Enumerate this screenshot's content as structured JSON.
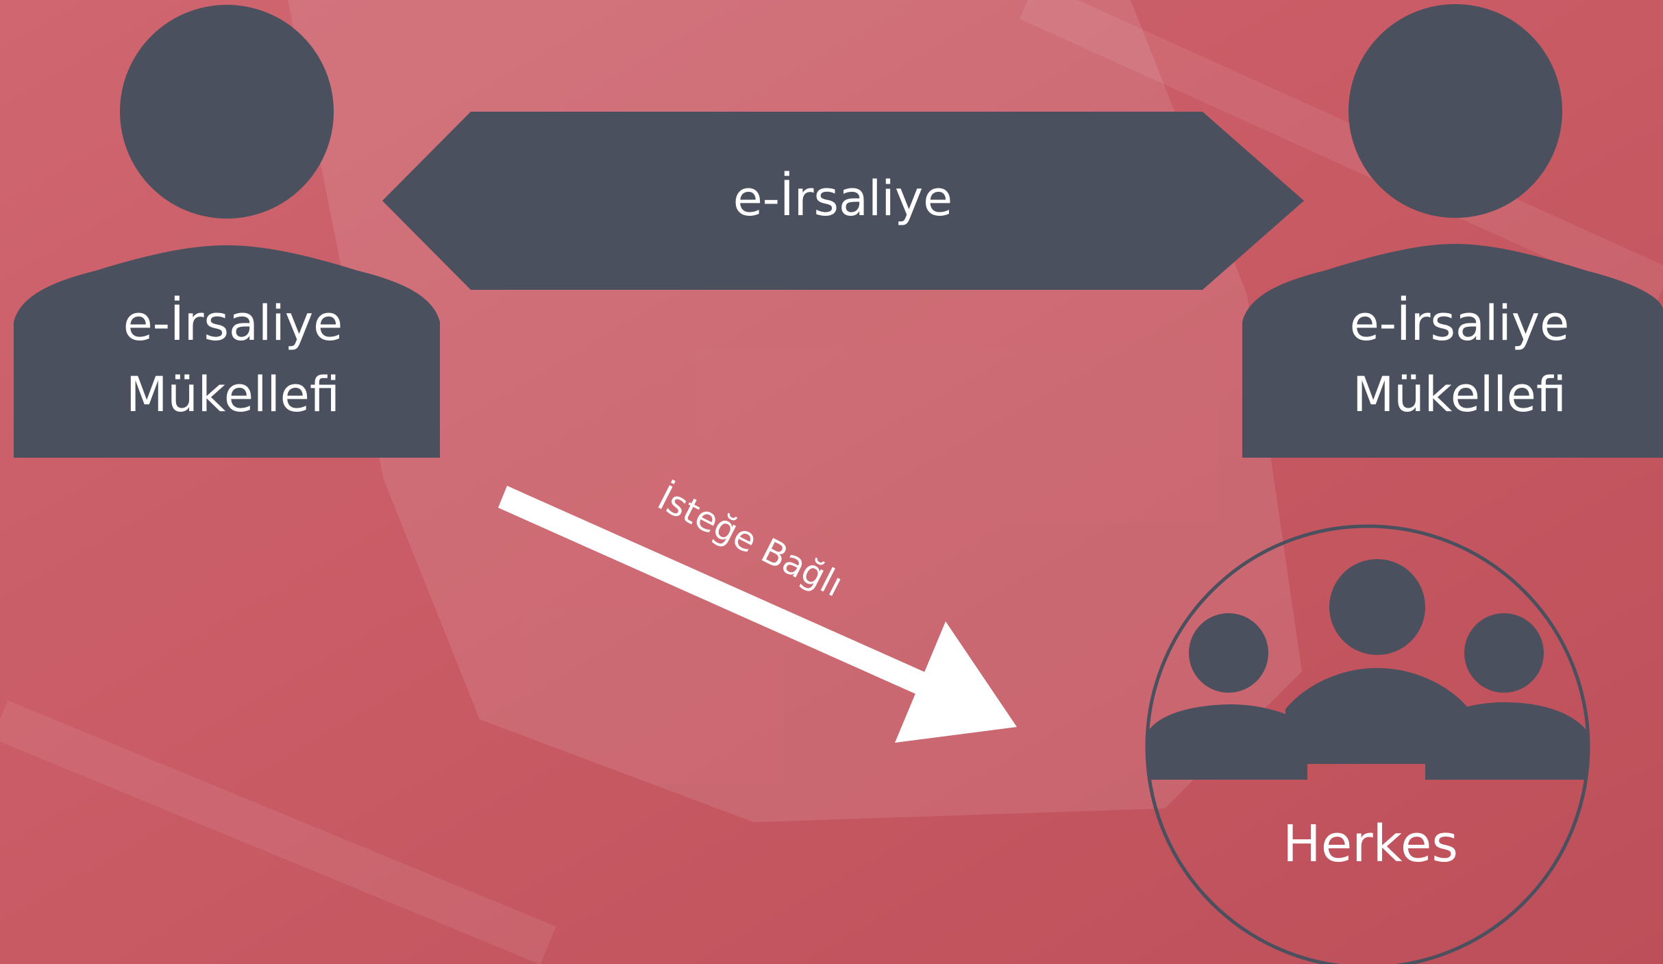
{
  "center_flow": {
    "label": "e-İrsaliye"
  },
  "left_party": {
    "line1": "e-İrsaliye",
    "line2": "Mükellefi"
  },
  "right_party": {
    "line1": "e-İrsaliye",
    "line2": "Mükellefi"
  },
  "optional_flow": {
    "label": "İsteğe Bağlı"
  },
  "everyone_group": {
    "label": "Herkes"
  },
  "colors": {
    "background": "#c85560",
    "shape": "#4a505e",
    "arrow": "#ffffff",
    "text": "#ffffff"
  },
  "icons": [
    "person-icon",
    "person-icon",
    "group-icon",
    "double-headed-arrow",
    "arrow-down-right"
  ]
}
